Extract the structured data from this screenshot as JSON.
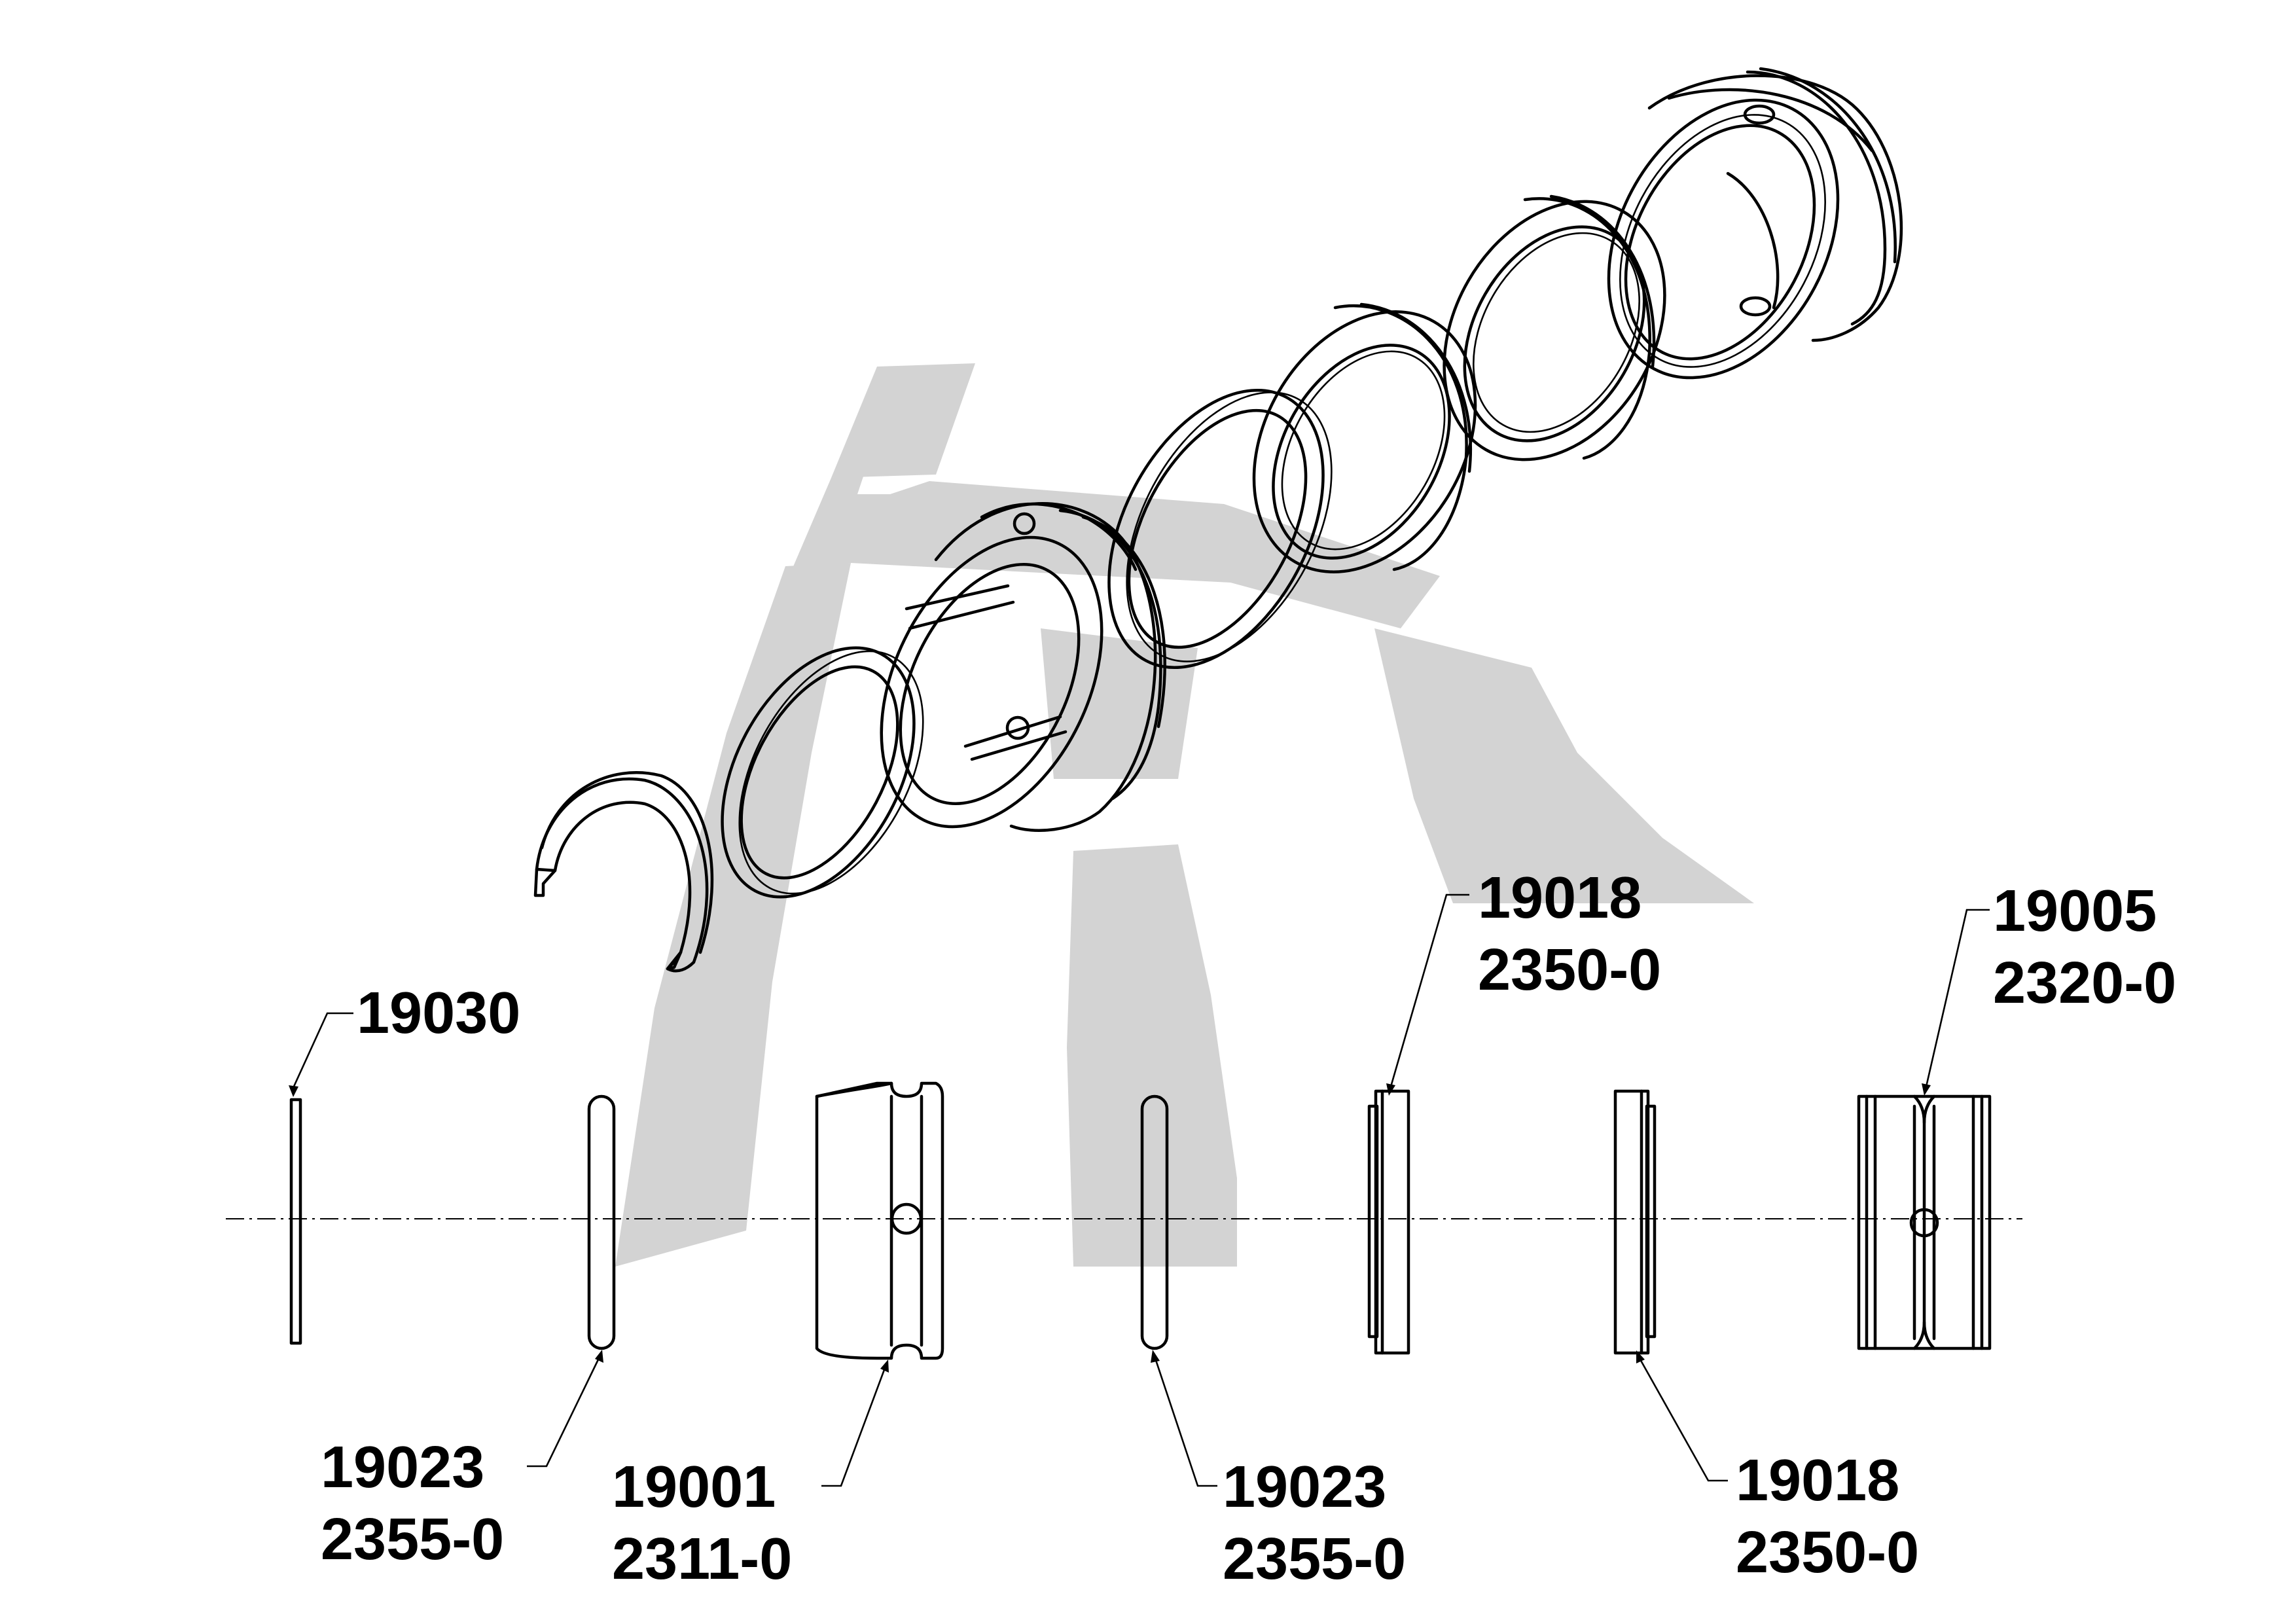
{
  "colors": {
    "watermark": "#d3d3d3",
    "line": "#000000",
    "background": "#ffffff"
  },
  "callouts": [
    {
      "id": "snap-ring",
      "part": "19030",
      "ref": ""
    },
    {
      "id": "gasket-left",
      "part": "19023",
      "ref": "2355-0"
    },
    {
      "id": "sleeve",
      "part": "19001",
      "ref": "2311-0"
    },
    {
      "id": "gasket-right",
      "part": "19023",
      "ref": "2355-0"
    },
    {
      "id": "seal-top",
      "part": "19018",
      "ref": "2350-0"
    },
    {
      "id": "seal-bottom",
      "part": "19018",
      "ref": "2350-0"
    },
    {
      "id": "housing",
      "part": "19005",
      "ref": "2320-0"
    }
  ]
}
